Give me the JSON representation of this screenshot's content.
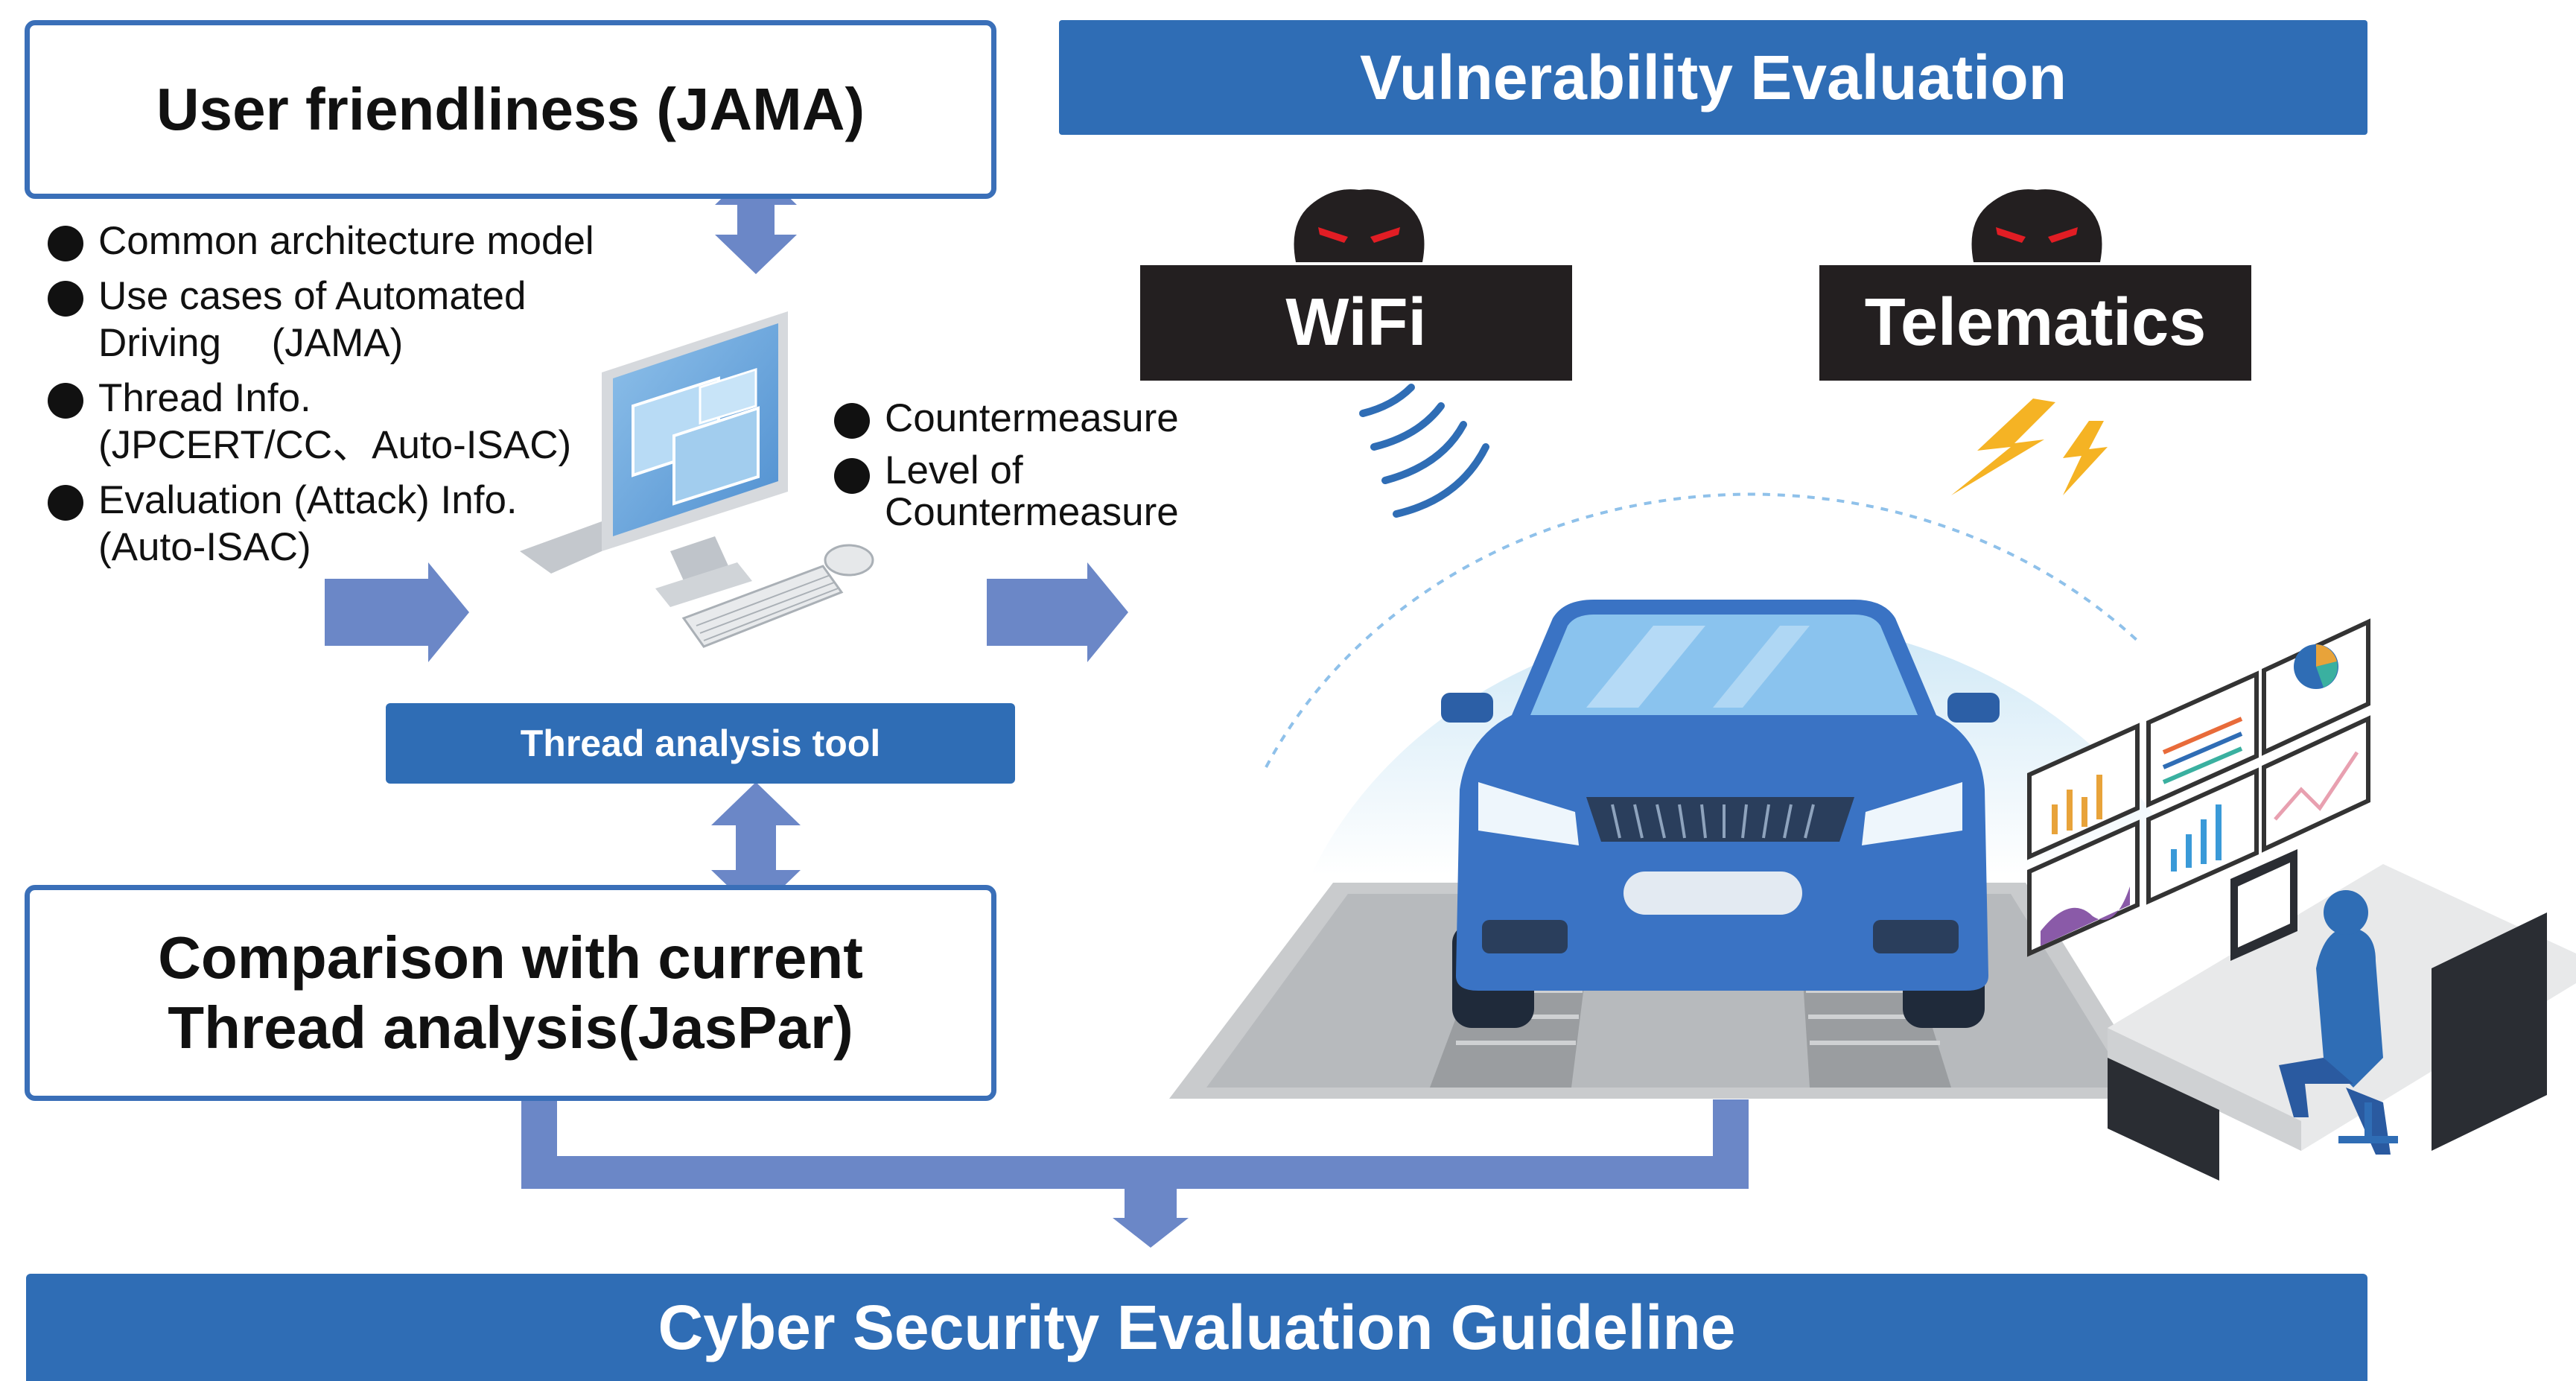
{
  "user_friendliness": {
    "title": "User friendliness (JAMA)"
  },
  "inputs": [
    {
      "lines": [
        "Common architecture model"
      ]
    },
    {
      "lines": [
        "Use cases of Automated",
        "Driving 　(JAMA)"
      ]
    },
    {
      "lines": [
        "Thread Info.",
        "(JPCERT/CC、Auto-ISAC)"
      ]
    },
    {
      "lines": [
        "Evaluation (Attack) Info.",
        "(Auto-ISAC)"
      ]
    }
  ],
  "tool": {
    "label": "Thread analysis tool"
  },
  "outputs": [
    {
      "lines": [
        "Countermeasure"
      ]
    },
    {
      "lines": [
        "Level of",
        "Countermeasure"
      ]
    }
  ],
  "comparison": {
    "line1": "Comparison with current",
    "line2": "Thread analysis(JasPar)"
  },
  "vulnerability": {
    "title": "Vulnerability Evaluation"
  },
  "attack_vectors": [
    {
      "label": "WiFi"
    },
    {
      "label": "Telematics"
    }
  ],
  "guideline": {
    "title": "Cyber Security Evaluation Guideline"
  },
  "colors": {
    "brand_blue": "#2f6db5",
    "arrow_blue": "#6b87c7",
    "dark": "#231f20",
    "lightning": "#f5b324"
  }
}
